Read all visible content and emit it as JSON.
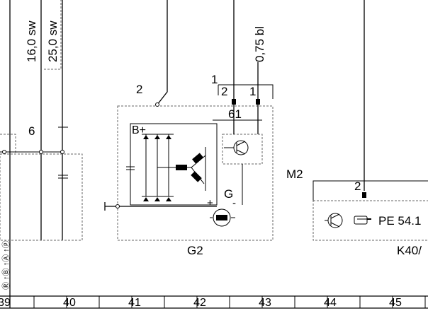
{
  "wires": {
    "w1_size_color": "16,0 sw",
    "w2_size_color": "25,0 sw",
    "w3_size_color": "0,75 bl"
  },
  "labels": {
    "pin_6": "6",
    "pin_2_top": "2",
    "pin_1_top": "1",
    "pin_2_conn": "2",
    "pin_1_conn": "1",
    "term_61": "61",
    "term_bplus": "B+",
    "term_g": "G",
    "plus_sign": "+",
    "minus_sign": "-",
    "g2": "G2",
    "m2": "M2",
    "pin_2_m2": "2",
    "pe_ref": "PE 54.1",
    "k40": "K40/",
    "side_text": "Ⓡ ↑Ⓑ ↑Ⓐ ↑ⓟ"
  },
  "ruler": [
    "39",
    "40",
    "41",
    "42",
    "43",
    "44",
    "45"
  ],
  "colors": {
    "line": "#000000",
    "dashed": "#666666",
    "background": "#ffffff"
  }
}
